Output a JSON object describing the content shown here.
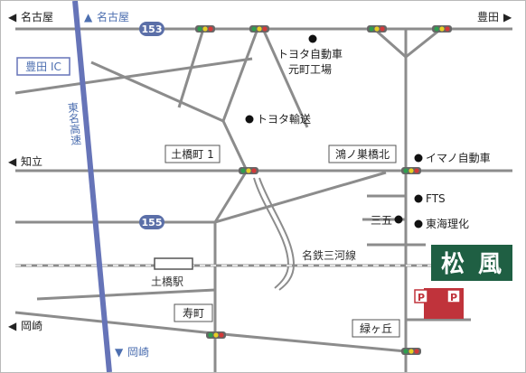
{
  "colors": {
    "road": "#8c8c8c",
    "expressway": "#6674b8",
    "route_badge": "#5b6fa8",
    "ic_label": "#4d6fb0",
    "logo_bg": "#1f5f43",
    "parking": "#c0333b",
    "signal_body": "#666666",
    "signal_red": "#d23a3a",
    "signal_yellow": "#e7cf25",
    "signal_green": "#2f9d4f"
  },
  "directions": {
    "nagoya_west": "名古屋",
    "nagoya_north": "名古屋",
    "toyota_east": "豊田",
    "chiryu_west": "知立",
    "okazaki_west": "岡崎",
    "okazaki_south": "岡崎"
  },
  "arrows": {
    "left": "◀",
    "right": "▶",
    "up": "▲",
    "down": "▼"
  },
  "routes": {
    "route_153": "153",
    "route_155": "155"
  },
  "expressway": {
    "ic_label": "豊田 IC",
    "name": "東名高速"
  },
  "railway": {
    "line_name": "名鉄三河線",
    "station_name": "土橋駅"
  },
  "intersections": {
    "tsuchihashi_1": "土橋町 1",
    "konosu_bashi_kita": "鴻ノ巣橋北",
    "kotobuki": "寿町",
    "midorigaoka": "緑ヶ丘"
  },
  "landmarks": {
    "toyota_motomachi_line1": "トヨタ自動車",
    "toyota_motomachi_line2": "元町工場",
    "toyota_yuso": "トヨタ輸送",
    "imano": "イマノ自動車",
    "fts": "FTS",
    "sango": "三五",
    "tokai_rika": "東海理化"
  },
  "destination": {
    "logo_char1": "松",
    "logo_char2": "風",
    "parking_label": "P"
  }
}
